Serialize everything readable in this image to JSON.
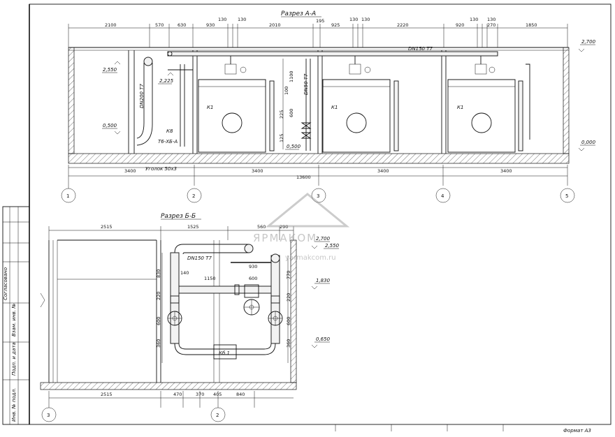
{
  "sheet": {
    "format_label": "Формат  А3",
    "side_stamp": [
      "Согласовано",
      "Взам. инв. №",
      "Подп. и дата",
      "Инв. № подл."
    ]
  },
  "section_aa": {
    "title": "Разрез А-А",
    "top_dims": [
      "2100",
      "570",
      "630",
      "930",
      "130",
      "130",
      "2010",
      "195",
      "925",
      "130",
      "130",
      "2220",
      "920",
      "130",
      "130",
      "270",
      "1850"
    ],
    "bottom_dims": [
      "3400",
      "3400",
      "3400",
      "3400"
    ],
    "total_dim": "13600",
    "levels": [
      "2,700",
      "2,550",
      "2,225",
      "0,500",
      "0,000",
      "0,500"
    ],
    "pipe_labels": [
      "DN150 T7",
      "DN200 T7",
      "DN50 T7"
    ],
    "unit_labels": [
      "К1",
      "К1",
      "К1"
    ],
    "valve_tags": [
      "К8",
      "Т6-ХБ-А"
    ],
    "angle_label": "Уголок 50х3",
    "vertical_dims": [
      "1100",
      "100",
      "600",
      "225",
      "125"
    ],
    "axes": [
      "1",
      "2",
      "3",
      "4",
      "5"
    ]
  },
  "section_bb": {
    "title": "Разрез Б-Б",
    "top_dims": [
      "2515",
      "1525",
      "560",
      "290"
    ],
    "inner_dims": [
      "930",
      "140",
      "1150",
      "600"
    ],
    "left_vertical_dims": [
      "830",
      "220",
      "600",
      "360"
    ],
    "right_vertical_dims": [
      "770",
      "220",
      "600",
      "360"
    ],
    "bottom_dims": [
      "2515",
      "470",
      "370",
      "405",
      "840"
    ],
    "levels": [
      "2,700",
      "2,550",
      "1,830",
      "0,650"
    ],
    "pipe_label": "DN150 T7",
    "valve_tag": "Кб.1",
    "axes": [
      "3",
      "2"
    ]
  },
  "watermark": {
    "brand": "ЯРМАКОМ",
    "url": "yarmakcom.ru"
  }
}
